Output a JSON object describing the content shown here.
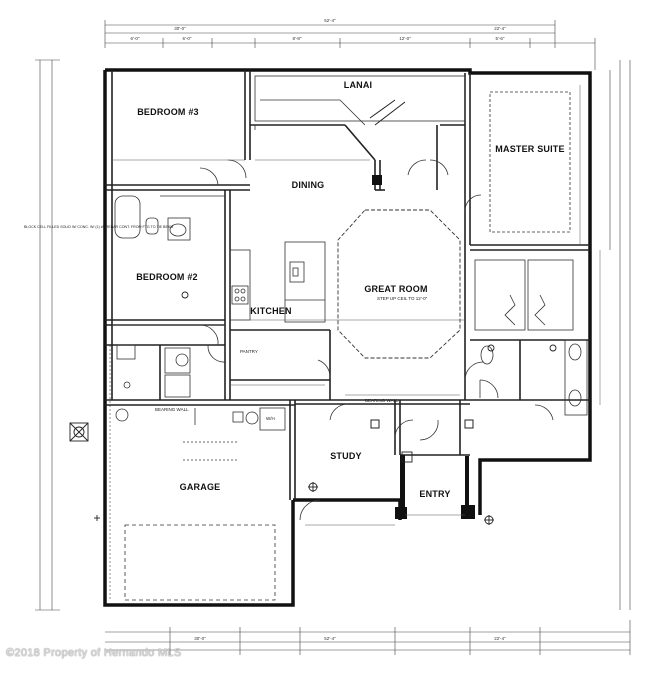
{
  "rooms": {
    "lanai": "LANAI",
    "bedroom3": "BEDROOM #3",
    "dining": "DINING",
    "master_suite": "MASTER SUITE",
    "bedroom2": "BEDROOM #2",
    "great_room": "GREAT ROOM",
    "kitchen": "KITCHEN",
    "garage": "GARAGE",
    "study": "STUDY",
    "entry": "ENTRY"
  },
  "notes": {
    "bearing_wall_left": "BEARING WALL",
    "bearing_wall_right": "BEARING WALL",
    "water_heater": "W/H",
    "pantry": "PANTRY",
    "stepped_ceiling": "STEP UP CEIL TO 12'-0\"",
    "block_fill": "BLOCK CELL FILLED SOLID W/ CONC. W/ (1) #5 REBAR CONT. FROM FTG TO TIE BEAM"
  },
  "watermark": "©2018 Property of Hernando MLS"
}
